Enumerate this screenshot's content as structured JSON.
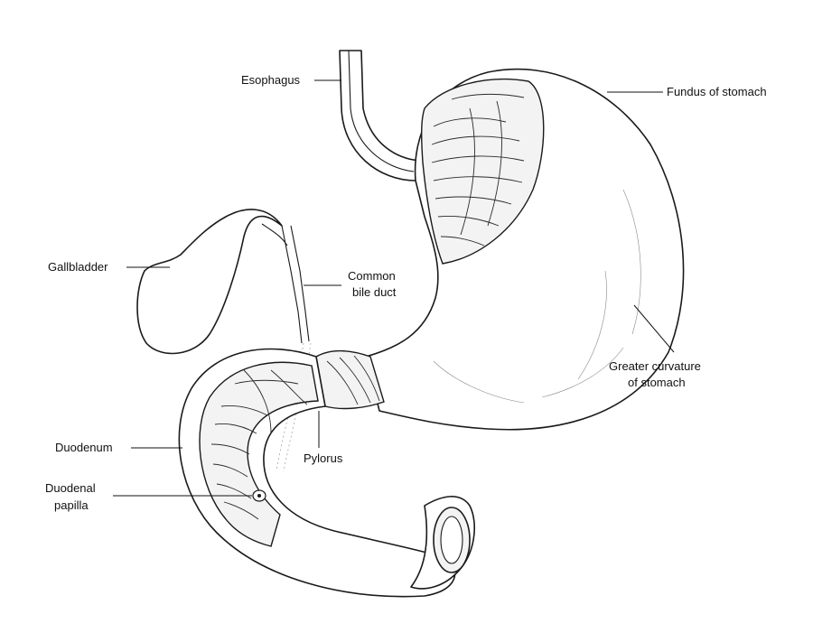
{
  "labels": {
    "esophagus": "Esophagus",
    "fundus": "Fundus of stomach",
    "gallbladder": "Gallbladder",
    "bile_duct_line1": "Common",
    "bile_duct_line2": "bile duct",
    "greater_curvature_line1": "Greater curvature",
    "greater_curvature_line2": "of stomach",
    "duodenum": "Duodenum",
    "pylorus": "Pylorus",
    "duodenal_papilla_line1": "Duodenal",
    "duodenal_papilla_line2": "papilla"
  }
}
